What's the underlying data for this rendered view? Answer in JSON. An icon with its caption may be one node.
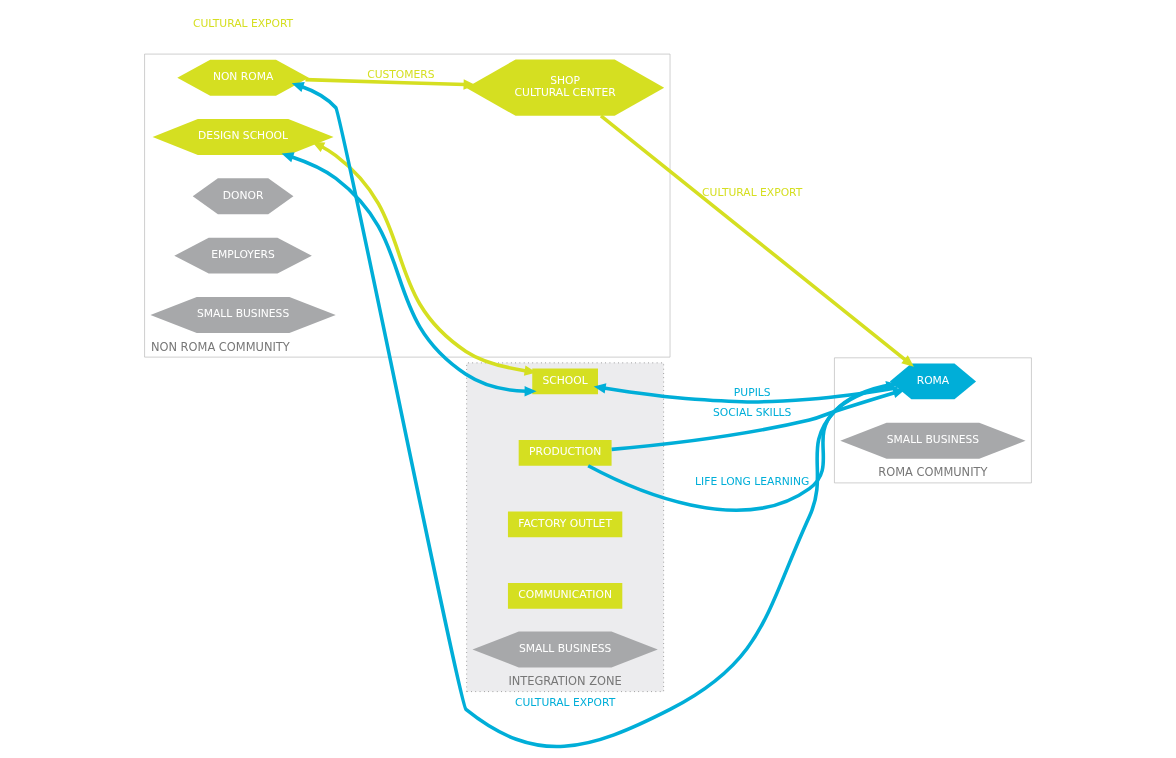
{
  "diagram": {
    "nodes": [
      {
        "text": [
          "NON ROMA COMMUNITY"
        ]
      },
      {
        "text": [
          "NON ROMA"
        ],
        "in": 0
      },
      {
        "text": [
          "DESIGN SCHOOL"
        ],
        "in": 0
      },
      {
        "text": [
          "DONOR"
        ],
        "in": 0
      },
      {
        "text": [
          "SHOP",
          "CULTURAL CENTER"
        ],
        "in": 0
      },
      {
        "text": [
          "EMPLOYERS"
        ],
        "in": 0
      },
      {
        "text": [
          "SMALL BUSINESS"
        ],
        "in": 0
      },
      {
        "text": [
          "INTEGRATION ZONE"
        ]
      },
      {
        "text": [
          "SCHOOL"
        ],
        "in": 7
      },
      {
        "text": [
          "PRODUCTION"
        ],
        "in": 7
      },
      {
        "text": [
          "FACTORY OUTLET"
        ],
        "in": 7
      },
      {
        "text": [
          "COMMUNICATION"
        ],
        "in": 7
      },
      {
        "text": [
          "SMALL BUSINESS"
        ],
        "in": 7
      },
      {
        "text": [
          "ROMA COMMUNITY"
        ]
      },
      {
        "text": [
          "ROMA"
        ],
        "in": 13
      },
      {
        "text": [
          "SMALL BUSINESS"
        ],
        "in": 13
      }
    ],
    "edges": [
      {
        "from": 14,
        "to": 8,
        "arrow": "to",
        "label": "PUPILS"
      },
      {
        "from": 8,
        "to": 2,
        "arrow": "both"
      },
      {
        "from": 8,
        "to": 2,
        "arrow": "both",
        "color": "#d5df21"
      },
      {
        "from": 9,
        "to": 14,
        "arrow": "to",
        "label": "LIFE LONG LEARNING"
      },
      {
        "from": 9,
        "to": 14,
        "arrow": "to",
        "label": "SOCIAL SKILLS"
      },
      {
        "from": 14,
        "to": 1,
        "arrow": "to",
        "label": "CULTURAL EXPORT"
      },
      {
        "from": 1,
        "to": 4,
        "arrow": "to",
        "label": "CUSTOMERS",
        "color": "#d5df21"
      },
      {
        "from": 4,
        "to": 14,
        "arrow": "to",
        "label": "CULTURAL EXPORT",
        "color": "#d5df21"
      }
    ],
    "labels": [
      "CULTURAL EXPORT"
    ]
  }
}
